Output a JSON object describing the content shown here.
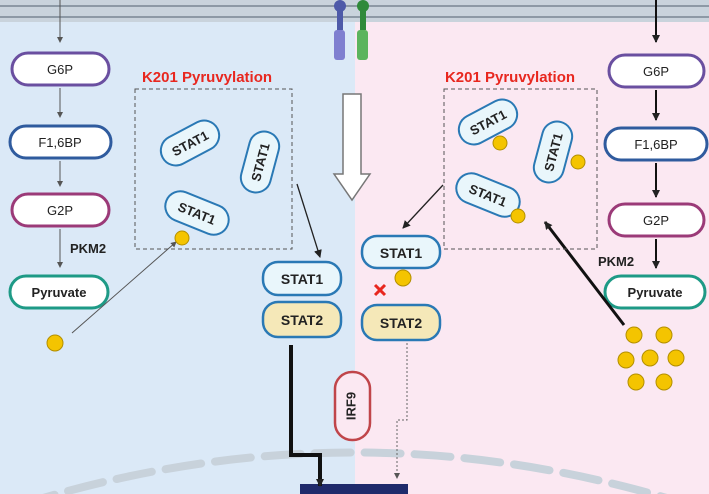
{
  "left_panel": {
    "title": "K201 Pyruvylation",
    "pathway": [
      "G6P",
      "F1,6BP",
      "G2P",
      "Pyruvate"
    ],
    "enzyme": "PKM2",
    "stat1_labels": [
      "STAT1",
      "STAT1",
      "STAT1"
    ],
    "dimer": {
      "top": "STAT1",
      "bottom": "STAT2"
    }
  },
  "right_panel": {
    "title": "K201 Pyruvylation",
    "pathway": [
      "G6P",
      "F1,6BP",
      "G2P",
      "Pyruvate"
    ],
    "enzyme": "PKM2",
    "stat1_labels": [
      "STAT1",
      "STAT1",
      "STAT1"
    ],
    "free_stat1": "STAT1",
    "free_stat2": "STAT2"
  },
  "center": {
    "irf9": "IRF9"
  },
  "colors": {
    "left_bg": "#dbe9f7",
    "right_bg": "#fbe8f2",
    "title_red": "#e8271f",
    "stat1_fill": "#e9f6fb",
    "stat1_stroke": "#2a79b5",
    "stat2_fill": "#f5e8b8",
    "pyruvate_dot": "#f4c400",
    "g6p_stroke": "#6a4fa0",
    "f16bp_stroke": "#2f5b9e",
    "g2p_stroke": "#9b3a78",
    "pyruvate_stroke": "#1e9a86",
    "irf9_stroke": "#c0454a"
  }
}
